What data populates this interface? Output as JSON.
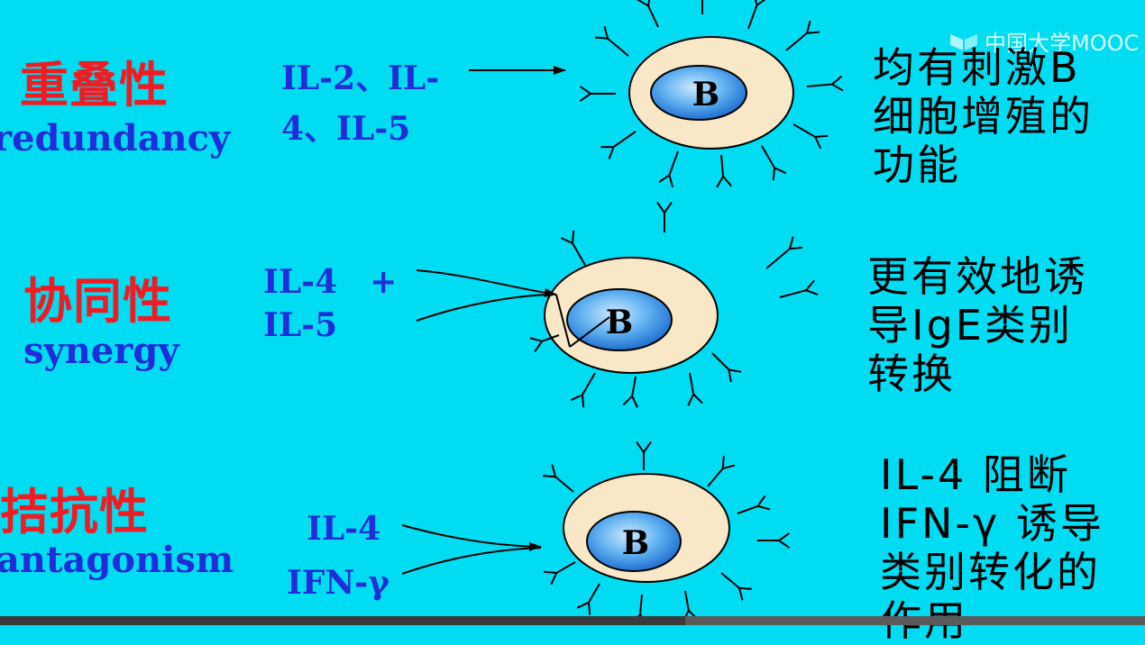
{
  "watermark": {
    "text": "中国大学MOOC",
    "icon": "mooc-logo-icon"
  },
  "rows": [
    {
      "cn": "重叠性",
      "en": "redundancy",
      "labels": [
        "IL-2、IL-",
        "4、IL-5"
      ],
      "cell": "B",
      "desc": [
        "均有刺激B",
        "细胞增殖的",
        "功能"
      ]
    },
    {
      "cn": "协同性",
      "en": "synergy",
      "labels": [
        "IL-4　+",
        "IL-5"
      ],
      "cell": "B",
      "desc": [
        "更有效地诱",
        "导IgE类别",
        "转换"
      ]
    },
    {
      "cn": "拮抗性",
      "en": "antagonism",
      "labels": [
        "IL-4",
        "IFN-γ"
      ],
      "cell": "B",
      "desc": [
        "IL-4 阻断",
        "IFN-γ 诱导",
        "类别转化的",
        "作用"
      ]
    }
  ],
  "colors": {
    "background": "#00ddf3",
    "title_red": "#f01c24",
    "text_blue": "#1f2ed8",
    "cell_outer": "#f8e8c8",
    "nucleus": "#2f8fe8"
  }
}
